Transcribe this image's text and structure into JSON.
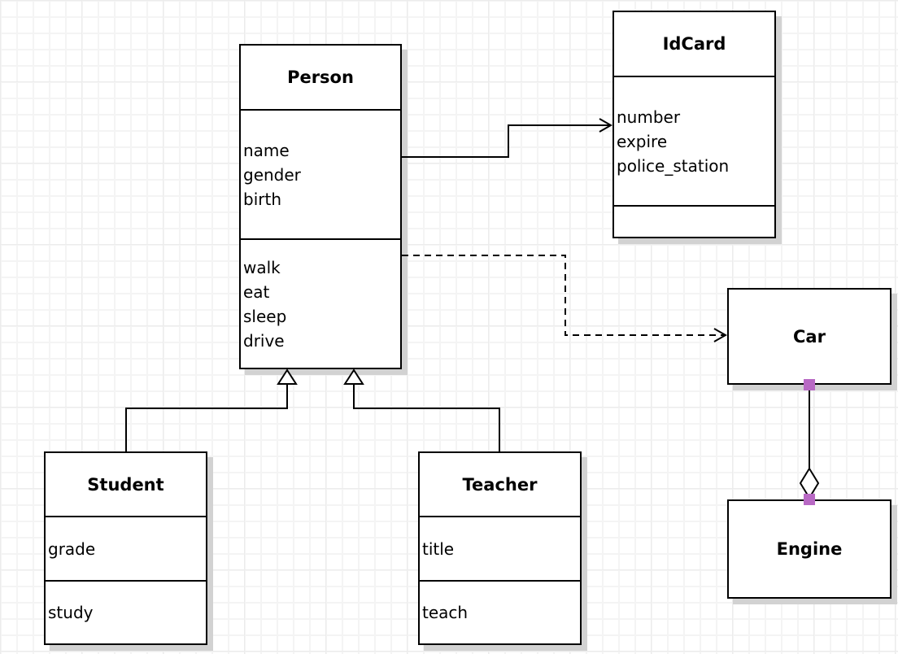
{
  "diagram": {
    "type": "uml-class-diagram",
    "classes": [
      {
        "name": "Person",
        "attributes": [
          "name",
          "gender",
          "birth"
        ],
        "methods": [
          "walk",
          "eat",
          "sleep",
          "drive"
        ]
      },
      {
        "name": "IdCard",
        "attributes": [
          "number",
          "expire",
          "police_station"
        ],
        "methods": []
      },
      {
        "name": "Car",
        "attributes": [],
        "methods": []
      },
      {
        "name": "Engine",
        "attributes": [],
        "methods": []
      },
      {
        "name": "Student",
        "attributes": [
          "grade"
        ],
        "methods": [
          "study"
        ]
      },
      {
        "name": "Teacher",
        "attributes": [
          "title"
        ],
        "methods": [
          "teach"
        ]
      }
    ],
    "relationships": [
      {
        "type": "association",
        "from": "Person",
        "to": "IdCard",
        "line": "solid",
        "end_marker": "open-arrow"
      },
      {
        "type": "dependency",
        "from": "Person",
        "to": "Car",
        "line": "dashed",
        "end_marker": "open-arrow"
      },
      {
        "type": "generalization",
        "from": "Student",
        "to": "Person",
        "line": "solid",
        "end_marker": "hollow-triangle"
      },
      {
        "type": "generalization",
        "from": "Teacher",
        "to": "Person",
        "line": "solid",
        "end_marker": "hollow-triangle"
      },
      {
        "type": "aggregation",
        "from": "Car",
        "to": "Engine",
        "line": "solid",
        "end_marker": "hollow-diamond",
        "endpoint_markers": "purple-square"
      }
    ],
    "colors": {
      "stroke": "#000000",
      "box_fill": "#ffffff",
      "shadow": "#d2d2d2",
      "grid_minor": "#f4f4f4",
      "grid_major": "#ececec",
      "connection_point": "#b869c4"
    }
  }
}
